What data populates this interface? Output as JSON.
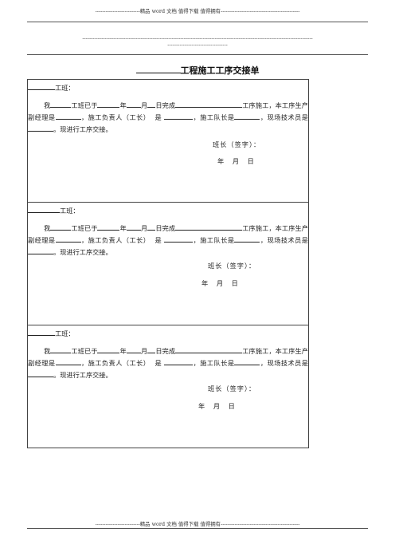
{
  "header": {
    "top_banner": "--------------------------精品 word 文档  值得下载  值得拥有----------------------------------------------",
    "long_dash_1": "--------------------------------------------------------------------------------------------------------------------------------------",
    "long_dash_2": "-----------------------------------",
    "footer_banner": "--------------------------精品 word 文档  值得下载  值得拥有----------------------------------------------"
  },
  "document": {
    "title": "工程施工工序交接单",
    "sections": [
      {
        "head_suffix": "工班：",
        "p1": "我",
        "p2": "工班已于",
        "p3": "年",
        "p4": "月",
        "p5": "日完成",
        "p6": "工序施工，本工序生产副经理是",
        "p7": "，施工负责人（工长）",
        "p8": "是",
        "p9": "，施工队长是",
        "p10": "，现场技术员是",
        "p11": "。现进行工序交接。",
        "sign": "班长（签字）：",
        "date_year": "年",
        "date_month": "月",
        "date_day": "日"
      },
      {
        "head_suffix": "工班：",
        "p1": "我",
        "p2": "工班已于",
        "p3": "年",
        "p4": "月",
        "p5": "日完成",
        "p6": "工序施工，本工序生产副经理是",
        "p7": "，施工负责人（工长）",
        "p8": "是",
        "p9": "，施工队长是",
        "p10": "，现场技术员是",
        "p11": "。现进行工序交接。",
        "sign": "班长（签字）：",
        "date_year": "年",
        "date_month": "月",
        "date_day": "日"
      },
      {
        "head_suffix": "工班：",
        "p1": "我",
        "p2": "工班已于",
        "p3": "年",
        "p4": "月",
        "p5": "日完成",
        "p6": "工序施工，本工序生产副经理是",
        "p7": "，施工负责人（工长）",
        "p8": "是",
        "p9": "，施工队长是",
        "p10": "，现场技术员是",
        "p11": "。现进行工序交接。",
        "sign": "班长（签字）：",
        "date_year": "年",
        "date_month": "月",
        "date_day": "日"
      }
    ]
  }
}
